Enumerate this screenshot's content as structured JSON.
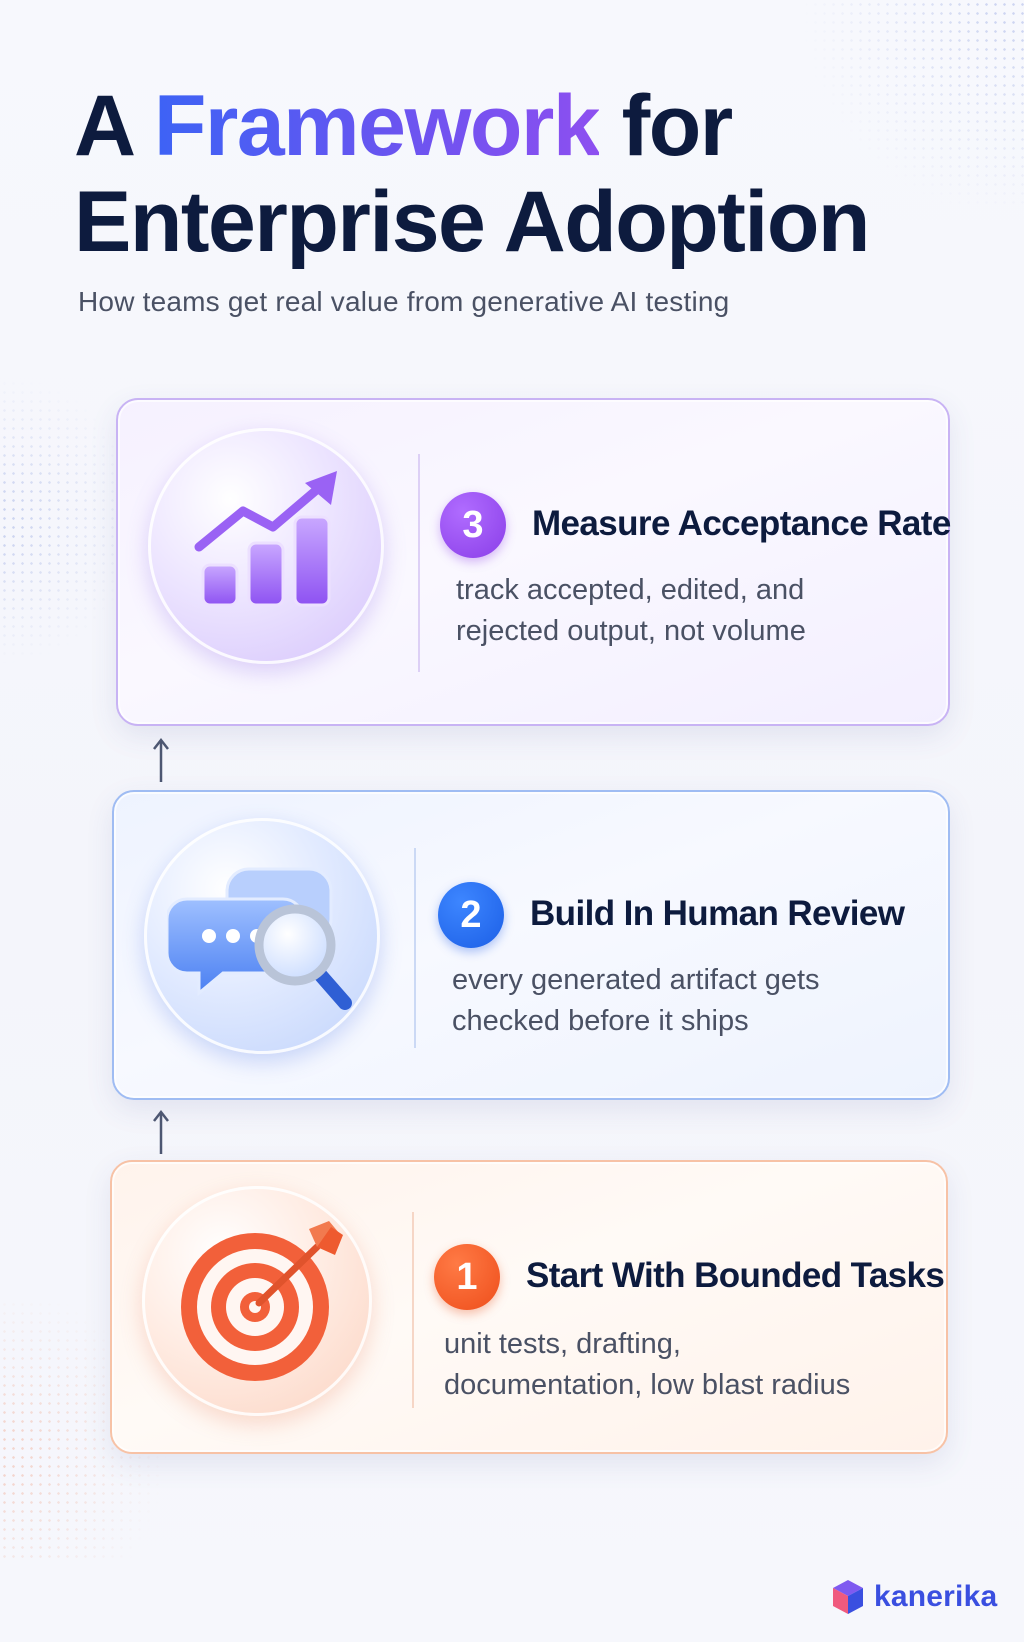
{
  "header": {
    "title_part1": "A ",
    "title_accent": "Framework",
    "title_part2": " for",
    "title_line2": "Enterprise Adoption",
    "subtitle": "How teams get real value from generative AI testing"
  },
  "steps": [
    {
      "number": "3",
      "title": "Measure Acceptance Rate",
      "description": "track accepted, edited, and rejected output, not volume",
      "icon": "bar-chart-growth-icon",
      "accent_color": "#8a3ee8"
    },
    {
      "number": "2",
      "title": "Build In Human Review",
      "description": "every generated artifact gets checked before it ships",
      "icon": "chat-magnifier-icon",
      "accent_color": "#1c5fe6"
    },
    {
      "number": "1",
      "title": "Start With Bounded Tasks",
      "description": "unit tests, drafting, documentation, low blast radius",
      "icon": "target-dart-icon",
      "accent_color": "#ee4e1b"
    }
  ],
  "brand": {
    "name": "kanerika",
    "icon": "cube-logo-icon"
  }
}
